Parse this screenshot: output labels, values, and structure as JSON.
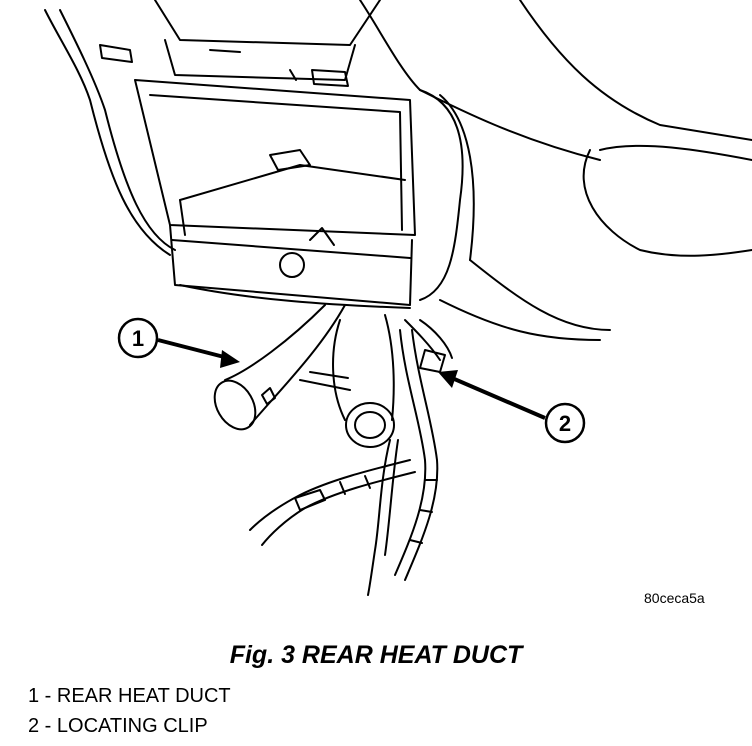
{
  "callouts": [
    {
      "number": "1"
    },
    {
      "number": "2"
    }
  ],
  "image_code": "80ceca5a",
  "caption": "Fig. 3 REAR HEAT DUCT",
  "legend": [
    {
      "text": "1 - REAR HEAT DUCT"
    },
    {
      "text": "2 - LOCATING CLIP"
    }
  ]
}
